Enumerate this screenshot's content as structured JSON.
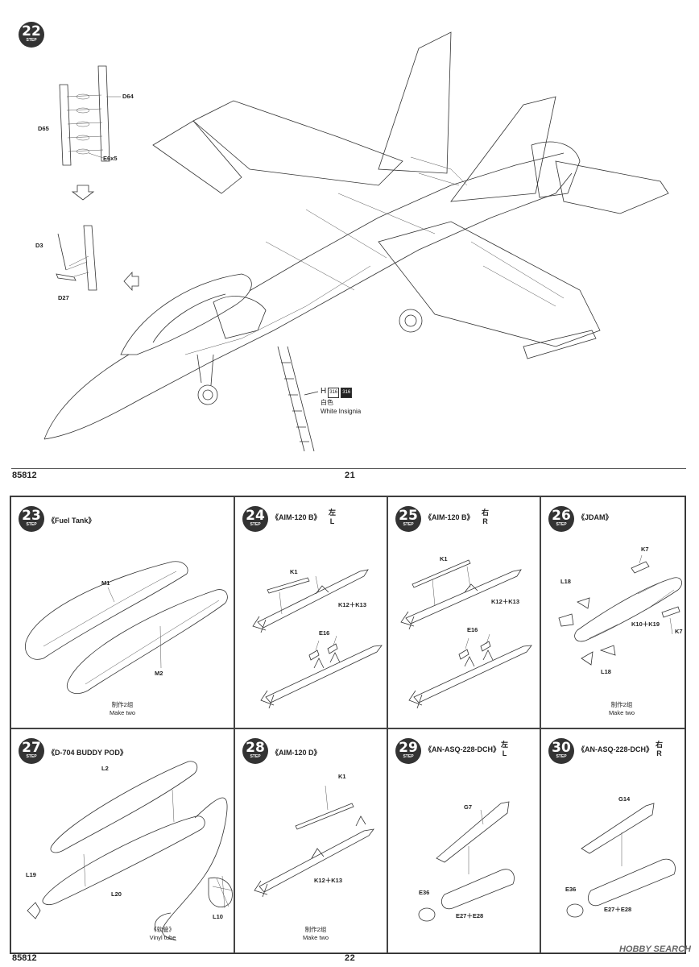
{
  "top_page": {
    "step": {
      "number": "22",
      "word": "STEP"
    },
    "parts": {
      "d64": "D64",
      "d65": "D65",
      "e6x5": "E6x5",
      "d3": "D3",
      "d27": "D27"
    },
    "insignia": {
      "letter": "H",
      "code_a": "316",
      "code_b": "316",
      "zh": "白色",
      "en": "White Insignia"
    },
    "footer": {
      "code": "85812",
      "page": "21"
    }
  },
  "bottom_page": {
    "cells": {
      "s23": {
        "num": "23",
        "title": "《Fuel Tank》",
        "parts": {
          "m1": "M1",
          "m2": "M2"
        },
        "make_zh": "制作2组",
        "make_en": "Make two"
      },
      "s24": {
        "num": "24",
        "title": "《AIM-120 B》",
        "side_zh": "左",
        "side_en": "L",
        "parts": {
          "k1": "K1",
          "k12": "K12＋K13",
          "e16": "E16"
        }
      },
      "s25": {
        "num": "25",
        "title": "《AIM-120 B》",
        "side_zh": "右",
        "side_en": "R",
        "parts": {
          "k1": "K1",
          "k12": "K12＋K13",
          "e16": "E16"
        }
      },
      "s26": {
        "num": "26",
        "title": "《JDAM》",
        "parts": {
          "k7a": "K7",
          "k7b": "K7",
          "l18a": "L18",
          "l18b": "L18",
          "k10": "K10＋K19"
        },
        "make_zh": "制作2组",
        "make_en": "Make two"
      },
      "s27": {
        "num": "27",
        "title": "《D-704 BUDDY POD》",
        "parts": {
          "l2": "L2",
          "l19": "L19",
          "l20": "L20",
          "l10": "L10"
        },
        "tube_zh": "《软管》",
        "tube_en": "Vinyl tube"
      },
      "s28": {
        "num": "28",
        "title": "《AIM-120 D》",
        "parts": {
          "k1": "K1",
          "k12": "K12＋K13"
        },
        "make_zh": "制作2组",
        "make_en": "Make two"
      },
      "s29": {
        "num": "29",
        "title": "《AN-ASQ-228-DCH》",
        "side_zh": "左",
        "side_en": "L",
        "parts": {
          "g7": "G7",
          "e36": "E36",
          "e27": "E27＋E28"
        }
      },
      "s30": {
        "num": "30",
        "title": "《AN-ASQ-228-DCH》",
        "side_zh": "右",
        "side_en": "R",
        "parts": {
          "g14": "G14",
          "e36": "E36",
          "e27": "E27＋E28"
        }
      }
    },
    "footer": {
      "code": "85812",
      "page": "22"
    },
    "watermark": "HOBBY SEARCH"
  }
}
